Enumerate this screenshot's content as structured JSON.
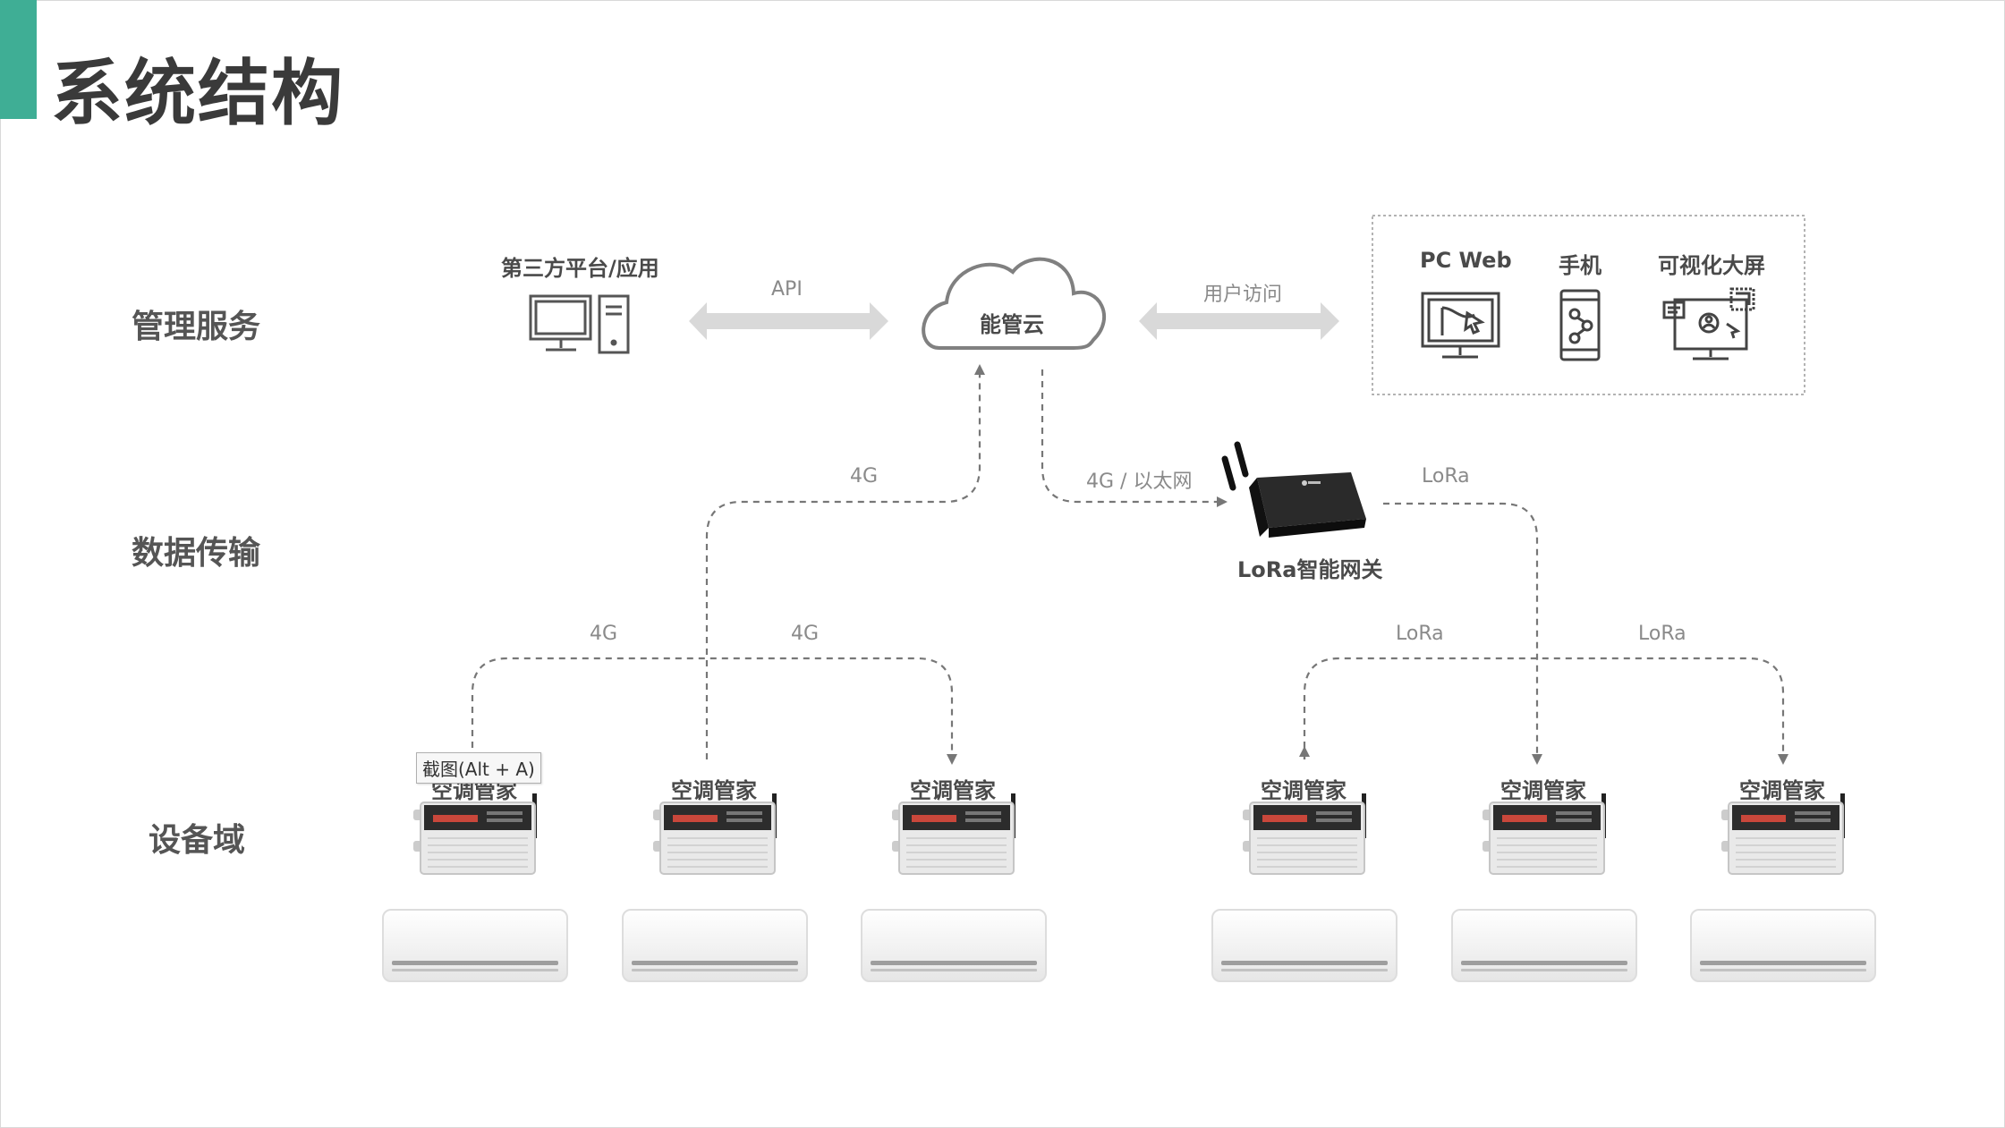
{
  "title": "系统结构",
  "rows": {
    "management": "管理服务",
    "transmission": "数据传输",
    "device": "设备域"
  },
  "nodes": {
    "third_party": "第三方平台/应用",
    "cloud": "能管云",
    "gateway": "LoRa智能网关",
    "pc_web": "PC Web",
    "phone": "手机",
    "big_screen": "可视化大屏",
    "device_name": "空调管家"
  },
  "links": {
    "api": "API",
    "user_access": "用户访问",
    "g4_up": "4G",
    "g4_eth": "4G / 以太网",
    "lora_up": "LoRa",
    "g4_left": "4G",
    "g4_right": "4G",
    "lora_left": "LoRa",
    "lora_right": "LoRa"
  },
  "tooltip": "截图(Alt + A)",
  "colors": {
    "accent": "#3fae95",
    "arrow": "#d9d9d9",
    "dash": "#777777"
  }
}
